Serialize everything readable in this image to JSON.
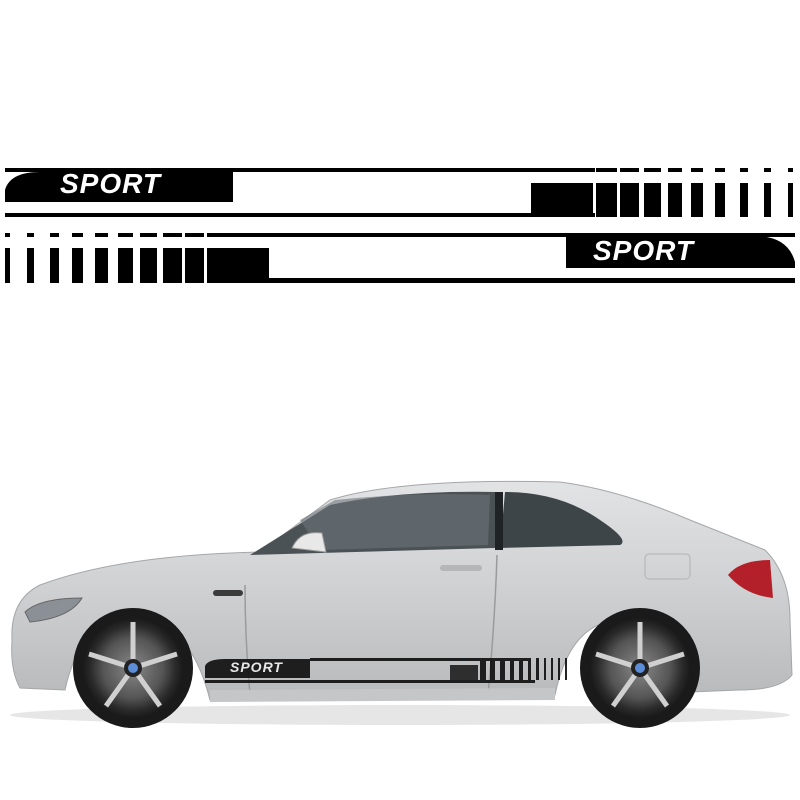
{
  "product": {
    "decal_text_top": "SPORT",
    "decal_text_bottom": "SPORT",
    "decal_text_on_car": "SPORT",
    "decal_color": "#000000",
    "car_color": "#d4d5d7",
    "background": "#ffffff"
  }
}
